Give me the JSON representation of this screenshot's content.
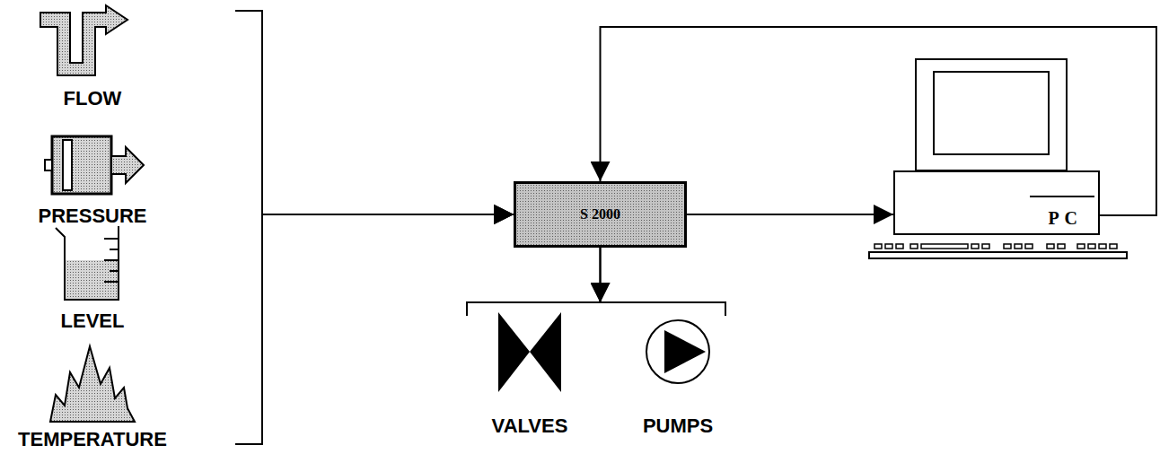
{
  "diagram": {
    "nodes": [
      {
        "text": [
          "FLOW"
        ]
      },
      {
        "text": [
          "PRESSURE"
        ]
      },
      {
        "text": [
          "LEVEL"
        ]
      },
      {
        "text": [
          "TEMPERATURE"
        ]
      },
      {
        "text": [
          "S 2000"
        ]
      },
      {
        "text": [
          "P C"
        ]
      },
      {
        "text": [
          "VALVES"
        ]
      },
      {
        "text": [
          "PUMPS"
        ]
      }
    ],
    "edges": [
      {
        "from": 0,
        "to": 4,
        "arrow": "to"
      },
      {
        "from": 1,
        "to": 4,
        "arrow": "to"
      },
      {
        "from": 2,
        "to": 4,
        "arrow": "to"
      },
      {
        "from": 3,
        "to": 4,
        "arrow": "to"
      },
      {
        "from": 4,
        "to": 5,
        "arrow": "to"
      },
      {
        "from": 5,
        "to": 4,
        "arrow": "to"
      },
      {
        "from": 4,
        "to": 6,
        "arrow": "to"
      },
      {
        "from": 4,
        "to": 7,
        "arrow": "to"
      }
    ]
  }
}
